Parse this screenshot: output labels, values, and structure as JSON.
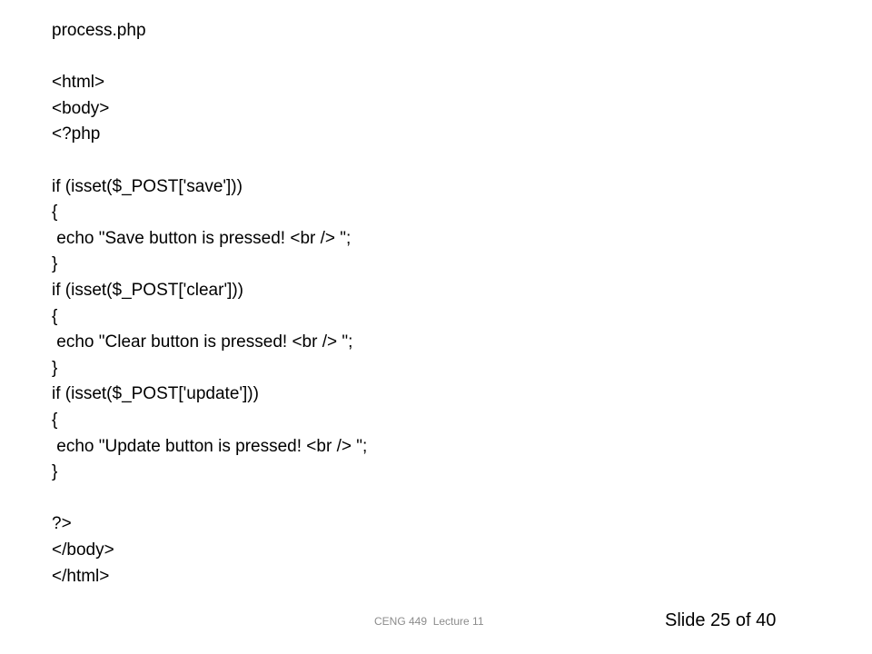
{
  "slide": {
    "code_lines": [
      "process.php",
      "",
      "<html>",
      "<body>",
      "<?php",
      "",
      "if (isset($_POST['save']))",
      "{",
      " echo \"Save button is pressed! <br /> \";",
      "}",
      "if (isset($_POST['clear']))",
      "{",
      " echo \"Clear button is pressed! <br /> \";",
      "}",
      "if (isset($_POST['update']))",
      "{",
      " echo \"Update button is pressed! <br /> \";",
      "}",
      "",
      "?>",
      "</body>",
      "</html>"
    ],
    "footer_course": "CENG 449  Lecture 11",
    "slide_number": "Slide 25 of 40"
  }
}
